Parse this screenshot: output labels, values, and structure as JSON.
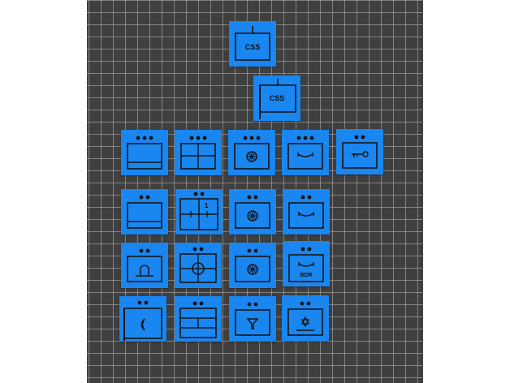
{
  "colors": {
    "tile": "#1a86f0",
    "ink": "#151515",
    "board": "#3f3f3f"
  },
  "labels": {
    "css_a": "CSS",
    "css_b": "CSS",
    "num_1": "1",
    "bdr": "BDR"
  },
  "icons": {
    "css_a": "pin-icon",
    "css_b": "flag-icon",
    "r1": [
      "oven-icon",
      "grid-icon",
      "fan-icon",
      "grill-icon",
      "key-icon"
    ],
    "r2": [
      "oven-icon",
      "grid-icon",
      "fan-icon",
      "grill-icon"
    ],
    "r3": [
      "bell-icon",
      "fan-ring-icon",
      "fan-icon",
      "grill-icon"
    ],
    "r4": [
      "moon-icon",
      "grid-icon",
      "funnel-icon",
      "star-icon"
    ]
  }
}
